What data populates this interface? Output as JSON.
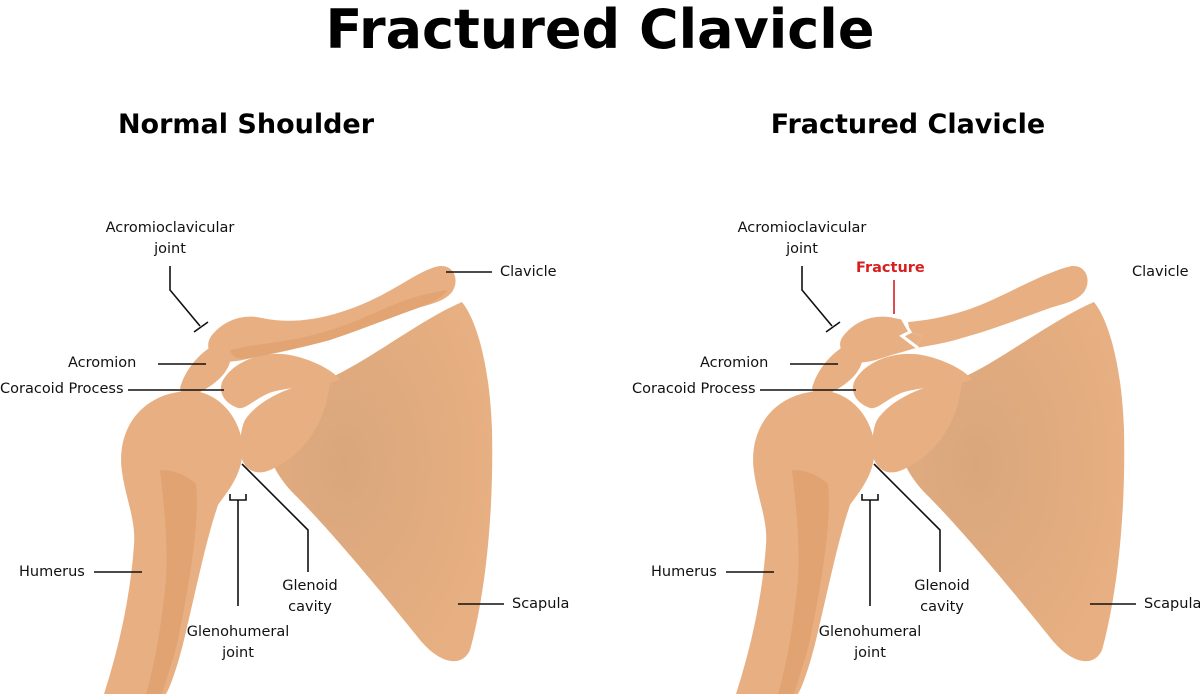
{
  "title": "Fractured Clavicle",
  "colors": {
    "bone": "#e8b082",
    "bone_shadow": "#d9965f",
    "bone_highlight": "#edbf96",
    "leader": "#111111",
    "fracture": "#d81e1e"
  },
  "panels": {
    "normal": {
      "title": "Normal Shoulder",
      "labels": {
        "ac_joint_line1": "Acromioclavicular",
        "ac_joint_line2": "joint",
        "clavicle": "Clavicle",
        "acromion": "Acromion",
        "coracoid": "Coracoid Process",
        "humerus": "Humerus",
        "glenoid_line1": "Glenoid",
        "glenoid_line2": "cavity",
        "scapula": "Scapula",
        "glenohumeral_line1": "Glenohumeral",
        "glenohumeral_line2": "joint"
      }
    },
    "fractured": {
      "title": "Fractured Clavicle",
      "labels": {
        "ac_joint_line1": "Acromioclavicular",
        "ac_joint_line2": "joint",
        "fracture": "Fracture",
        "clavicle": "Clavicle",
        "acromion": "Acromion",
        "coracoid": "Coracoid Process",
        "humerus": "Humerus",
        "glenoid_line1": "Glenoid",
        "glenoid_line2": "cavity",
        "scapula": "Scapula",
        "glenohumeral_line1": "Glenohumeral",
        "glenohumeral_line2": "joint"
      }
    }
  }
}
